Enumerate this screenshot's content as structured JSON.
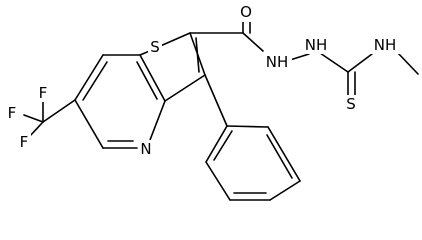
{
  "atoms": {
    "S1": "S",
    "O1": "O",
    "N_hyd1": "NH",
    "N_hyd2": "NH",
    "N_methyl": "NH",
    "S_thio": "S",
    "N_pyr": "N",
    "F1": "F",
    "F2": "F",
    "F3": "F"
  },
  "colors": {
    "ink": "#000000",
    "background": "#ffffff"
  }
}
